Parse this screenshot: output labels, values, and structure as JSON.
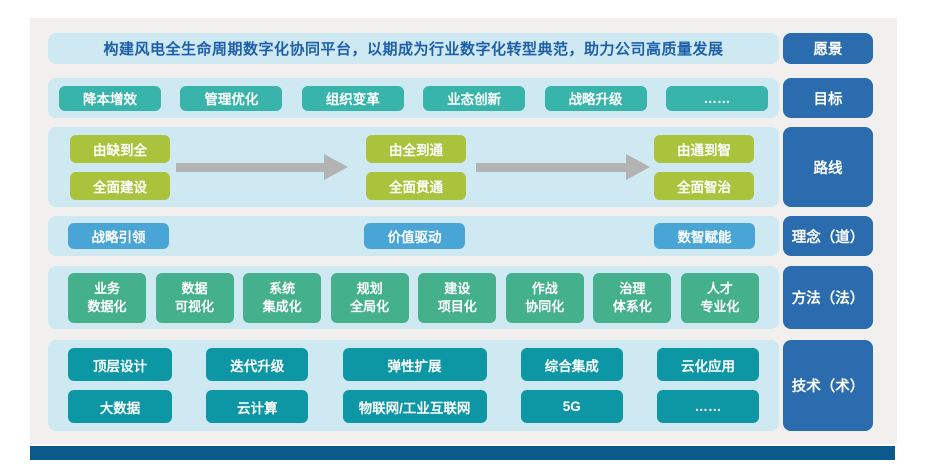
{
  "vision": {
    "banner": "构建风电全生命周期数字化协同平台，以期成为行业数字化转型典范，助力公司高质量发展",
    "label": "愿景"
  },
  "goals": {
    "label": "目标",
    "items": [
      "降本增效",
      "管理优化",
      "组织变革",
      "业态创新",
      "战略升级",
      "……"
    ]
  },
  "route": {
    "label": "路线",
    "stages": [
      {
        "phase": "由缺到全",
        "action": "全面建设"
      },
      {
        "phase": "由全到通",
        "action": "全面贯通"
      },
      {
        "phase": "由通到智",
        "action": "全面智治"
      }
    ]
  },
  "principles": {
    "label": "理念（道）",
    "items": [
      "战略引领",
      "价值驱动",
      "数智赋能"
    ]
  },
  "methods": {
    "label": "方法（法）",
    "items": [
      "业务\n数据化",
      "数据\n可视化",
      "系统\n集成化",
      "规划\n全局化",
      "建设\n项目化",
      "作战\n协同化",
      "治理\n体系化",
      "人才\n专业化"
    ]
  },
  "technologies": {
    "label": "技术（术）",
    "row1": [
      "顶层设计",
      "迭代升级",
      "弹性扩展",
      "综合集成",
      "云化应用"
    ],
    "row2": [
      "大数据",
      "云计算",
      "物联网/工业互联网",
      "5G",
      "……"
    ]
  },
  "colors": {
    "panel_bg": "#f1f0ee",
    "row_bg": "#cfe9f2",
    "banner_text": "#1e5fa9",
    "goal_btn": "#39b4aa",
    "route_btn": "#a9c33d",
    "principle_btn": "#49a5d6",
    "method_btn": "#44b08c",
    "tech_btn": "#0d96a4",
    "side_label_bg": "#2a6cae",
    "bottom_bar": "#0a5a8c",
    "arrow": "#b3b3b3"
  }
}
